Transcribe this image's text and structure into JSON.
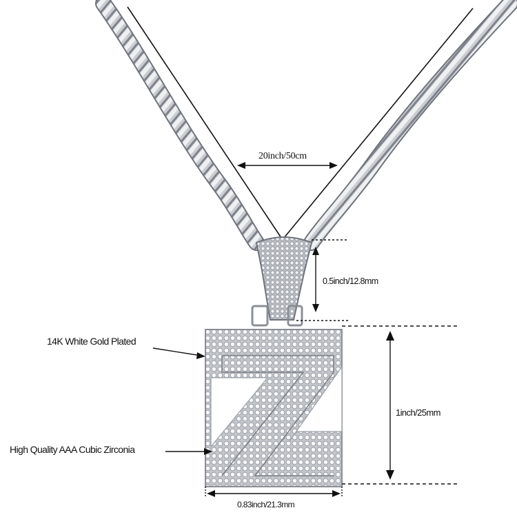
{
  "product": "rope chain with iced letter Z pendant",
  "annotations": {
    "chain_length": "20inch/50cm",
    "bail_height": "0.5inch/12.8mm",
    "pendant_height": "1inch/25mm",
    "pendant_width": "0.83inch/21.3mm",
    "plating": "14K White Gold Plated",
    "stones": "High Quality AAA Cubic Zirconia"
  },
  "colors": {
    "background": "#ffffff",
    "metal_light": "#e9ebee",
    "metal_mid": "#b9bdc3",
    "metal_dark": "#6f747b",
    "line": "#111111"
  }
}
